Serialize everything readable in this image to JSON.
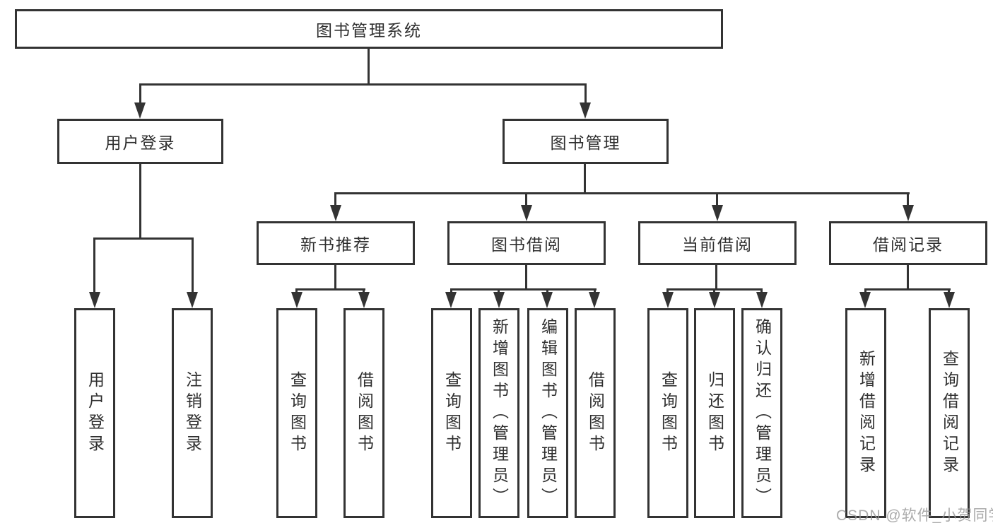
{
  "diagram": {
    "root": {
      "label": "图书管理系统"
    },
    "branches": [
      {
        "label": "用户登录",
        "children": [
          {
            "label": "用户登录"
          },
          {
            "label": "注销登录"
          }
        ]
      },
      {
        "label": "图书管理",
        "sections": [
          {
            "label": "新书推荐",
            "children": [
              {
                "label": "查询图书"
              },
              {
                "label": "借阅图书"
              }
            ]
          },
          {
            "label": "图书借阅",
            "children": [
              {
                "label": "查询图书"
              },
              {
                "label": "新增图书（管理员）"
              },
              {
                "label": "编辑图书（管理员）"
              },
              {
                "label": "借阅图书"
              }
            ]
          },
          {
            "label": "当前借阅",
            "children": [
              {
                "label": "查询图书"
              },
              {
                "label": "归还图书"
              },
              {
                "label": "确认归还（管理员）"
              }
            ]
          },
          {
            "label": "借阅记录",
            "children": [
              {
                "label": "新增借阅记录"
              },
              {
                "label": "查询借阅记录"
              }
            ]
          }
        ]
      }
    ]
  },
  "colors": {
    "line": "#333333",
    "box_border": "#333333",
    "watermark": "#969696"
  },
  "watermark": "CSDN @软件_小贺同学"
}
